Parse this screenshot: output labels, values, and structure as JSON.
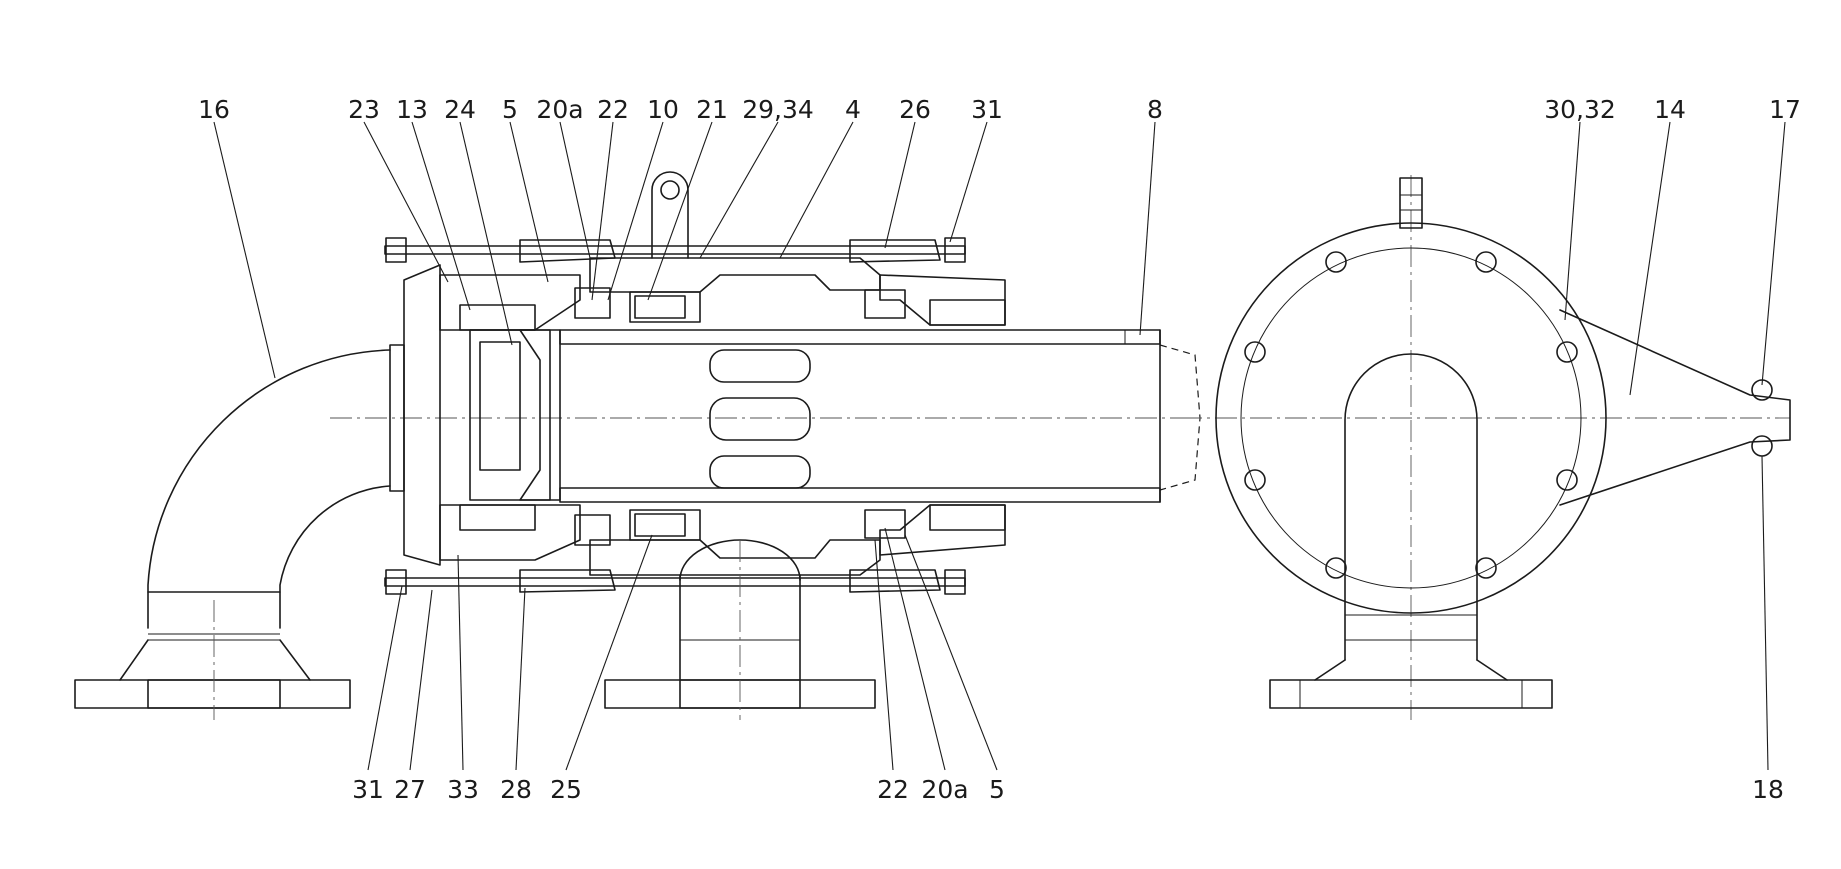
{
  "callouts_top": [
    "16",
    "23",
    "13",
    "24",
    "5",
    "20a",
    "22",
    "10",
    "21",
    "29,34",
    "4",
    "26",
    "31",
    "8",
    "30,32",
    "14",
    "17"
  ],
  "callouts_bottom": [
    "31",
    "27",
    "33",
    "28",
    "25",
    "22",
    "20a",
    "5",
    "18"
  ]
}
